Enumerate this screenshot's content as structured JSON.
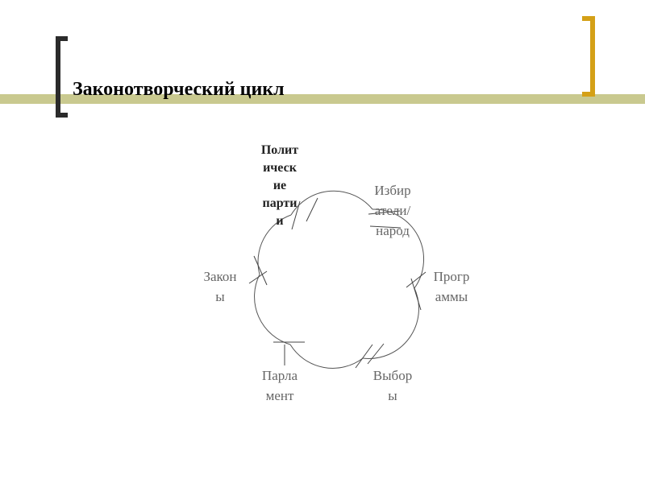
{
  "slide": {
    "title": "Законотворческий цикл",
    "accent_color": "#D4A017",
    "dark_bracket_color": "#2b2b2b",
    "band_color": "#c9c98f"
  },
  "cycle": {
    "nodes": [
      {
        "id": "parties",
        "lines": [
          "Полит",
          "ическ",
          "ие",
          "парти",
          "и"
        ],
        "bold": true
      },
      {
        "id": "voters",
        "lines": [
          "Избир",
          "атели/",
          "народ"
        ],
        "bold": false
      },
      {
        "id": "programs",
        "lines": [
          "Прогр",
          "аммы"
        ],
        "bold": false
      },
      {
        "id": "elections",
        "lines": [
          "Выбор",
          "ы"
        ],
        "bold": false
      },
      {
        "id": "parliament",
        "lines": [
          "Парла",
          "мент"
        ],
        "bold": false
      },
      {
        "id": "laws",
        "lines": [
          "Закон",
          "ы"
        ],
        "bold": false
      }
    ]
  }
}
